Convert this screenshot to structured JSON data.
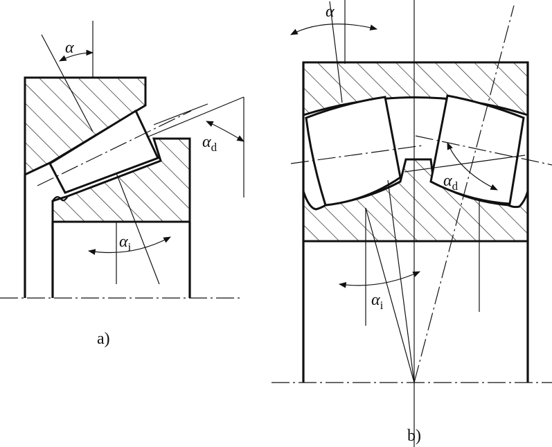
{
  "figure_a": {
    "caption": "a)",
    "labels": {
      "alpha": "α",
      "alpha_d": "α",
      "alpha_d_sub": "d",
      "alpha_i": "α",
      "alpha_i_sub": "i"
    }
  },
  "figure_b": {
    "caption": "b)",
    "labels": {
      "alpha": "α",
      "alpha_d": "α",
      "alpha_d_sub": "d",
      "alpha_i": "α",
      "alpha_i_sub": "i"
    }
  }
}
